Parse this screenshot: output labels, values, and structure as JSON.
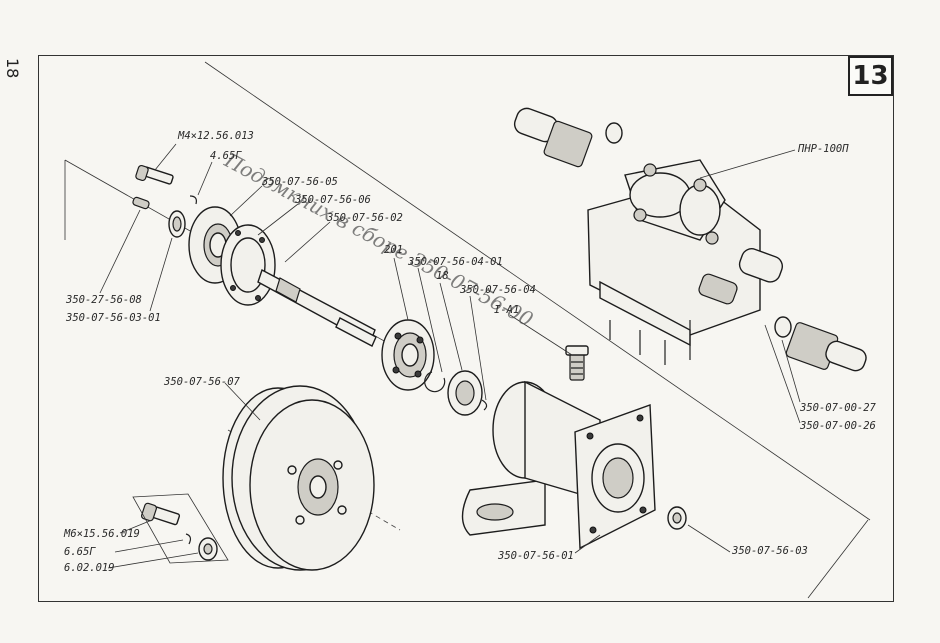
{
  "page_number": "18",
  "plate_number": "13",
  "handwritten_note": "Подомкних в сборе 350-07-56-00",
  "callouts": [
    {
      "id": "m4-screw",
      "text": "М4×12.56.013"
    },
    {
      "id": "washer-4",
      "text": "4.65Г"
    },
    {
      "id": "p-05",
      "text": "350-07-56-05"
    },
    {
      "id": "p-06",
      "text": "350-07-56-06"
    },
    {
      "id": "p-02",
      "text": "350-07-56-02"
    },
    {
      "id": "p-08",
      "text": "350-27-56-08"
    },
    {
      "id": "p-03-01",
      "text": "350-07-56-03-01"
    },
    {
      "id": "bearing",
      "text": "201"
    },
    {
      "id": "p-04-01",
      "text": "350-07-56-04-01"
    },
    {
      "id": "ring-18",
      "text": "18"
    },
    {
      "id": "p-04",
      "text": "350-07-56-04"
    },
    {
      "id": "fitting-i-a1",
      "text": "I-A1"
    },
    {
      "id": "pump",
      "text": "ПНР-100П"
    },
    {
      "id": "p-00-27",
      "text": "350-07-00-27"
    },
    {
      "id": "p-00-26",
      "text": "350-07-00-26"
    },
    {
      "id": "pulley",
      "text": "350-07-56-07"
    },
    {
      "id": "m6-screw",
      "text": "М6×15.56.019"
    },
    {
      "id": "washer-6",
      "text": "6.65Г"
    },
    {
      "id": "washer-602",
      "text": "6.02.019"
    },
    {
      "id": "housing",
      "text": "350-07-56-01"
    },
    {
      "id": "p-03",
      "text": "350-07-56-03"
    }
  ]
}
